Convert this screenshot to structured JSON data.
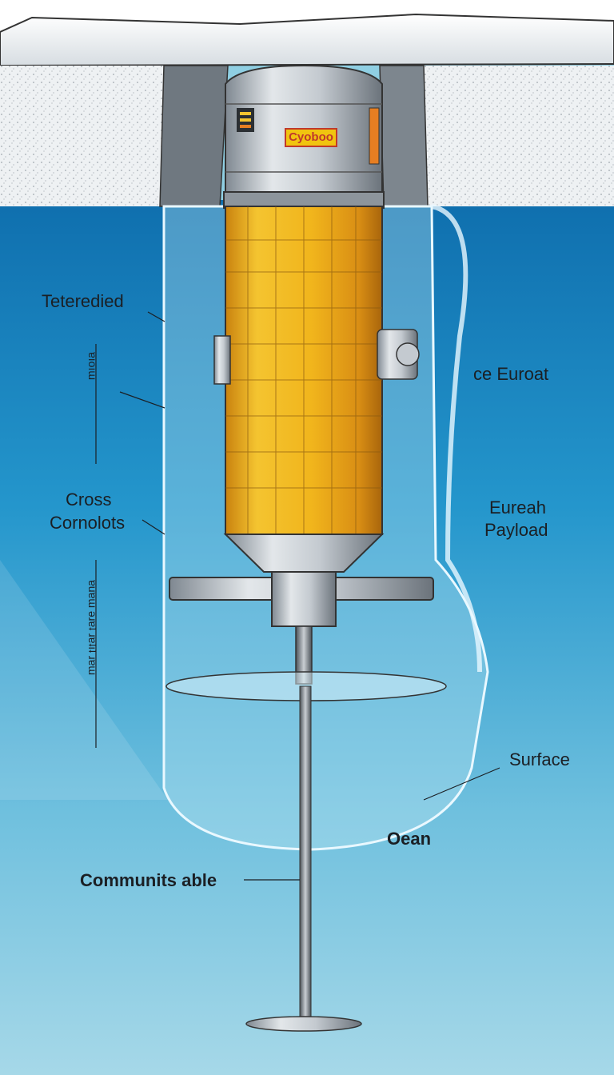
{
  "badge_text": "Cyoboo",
  "labels": {
    "teteredied": "Teteredied",
    "cross_line1": "Cross",
    "cross_line2": "Cornolots",
    "ce_euroat": "ce  Euroat",
    "eurean_line1": "Eureah",
    "eurean_line2": "Payload",
    "surface": "Surface",
    "oean": "Oean",
    "communits_able": "Communits able"
  },
  "vertical_labels": {
    "upper": "ɐıoıɯ",
    "lower": "ɐuɐɯ ǝɹɐʇ ɹɐʇıʇ ɹɐɯ"
  },
  "colors": {
    "ocean_top": "#0f6fae",
    "ocean_mid": "#2aa3d6",
    "ocean_bottom": "#a6d8e8",
    "ice": "#e9edf0",
    "probe_body": "#f1b51c",
    "probe_shadow": "#c9820f",
    "probe_cap": "#b9c0c7",
    "badge_border": "#c0392b"
  }
}
